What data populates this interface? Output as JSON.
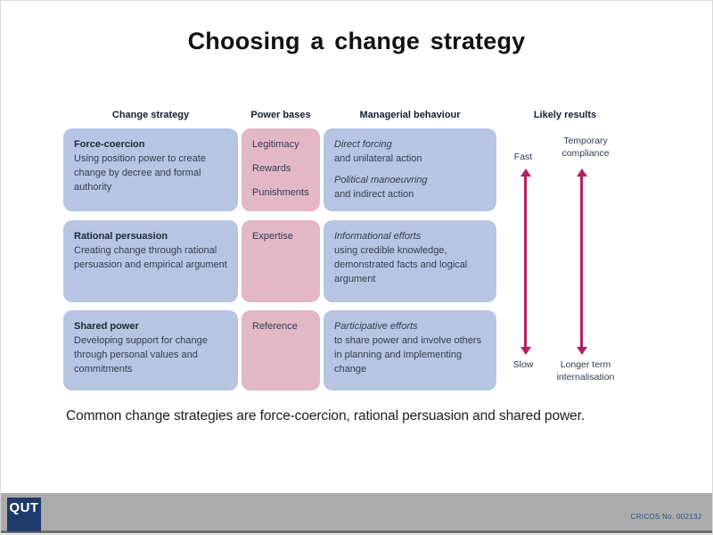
{
  "slide": {
    "title": "Choosing a change strategy",
    "summary": "Common change strategies are force-coercion, rational persuasion and shared power."
  },
  "table": {
    "headers": [
      "Change strategy",
      "Power bases",
      "Managerial behaviour",
      "Likely results"
    ],
    "rows": [
      {
        "strategy_title": "Force-coercion",
        "strategy_desc": "Using position power to create change by decree and formal authority",
        "power_bases": [
          "Legitimacy",
          "Rewards",
          "Punishments"
        ],
        "behaviour": [
          {
            "lead": "Direct forcing",
            "rest": "and unilateral action"
          },
          {
            "lead": "Political manoeuvring",
            "rest": "and indirect action"
          }
        ]
      },
      {
        "strategy_title": "Rational persuasion",
        "strategy_desc": "Creating change through rational persuasion and empirical argument",
        "power_bases": [
          "Expertise"
        ],
        "behaviour": [
          {
            "lead": "Informational efforts",
            "rest": "using credible knowledge, demonstrated facts and logical argument"
          }
        ]
      },
      {
        "strategy_title": "Shared power",
        "strategy_desc": "Developing support for change through personal values and commitments",
        "power_bases": [
          "Reference"
        ],
        "behaviour": [
          {
            "lead": "Participative efforts",
            "rest": "to share power and involve others in planning and implementing change"
          }
        ]
      }
    ]
  },
  "results": {
    "top_left": "Fast",
    "top_right": "Temporary compliance",
    "bottom_left": "Slow",
    "bottom_right": "Longer term internalisation"
  },
  "footer": {
    "logo": "QUT",
    "cricos": "CRICOS No. 00213J"
  },
  "colors": {
    "strategy_box": "#b7c5e3",
    "power_box": "#e2b7c6",
    "arrow": "#b32064",
    "footer_bar": "#ababab",
    "logo_bg": "#1f3a6b"
  }
}
